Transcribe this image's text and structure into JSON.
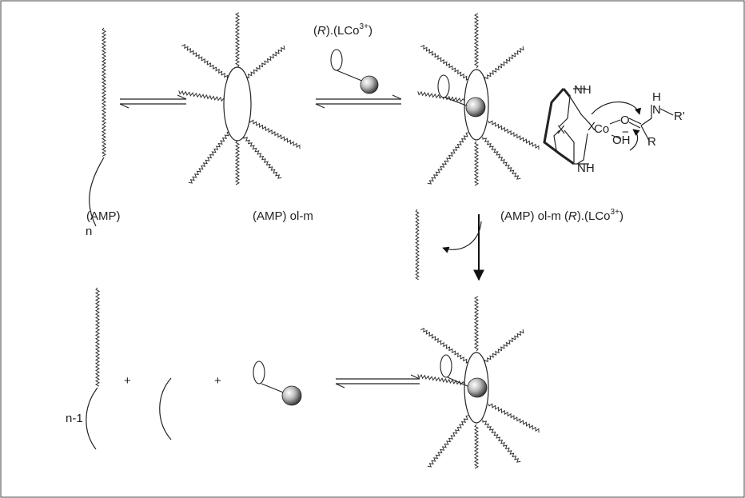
{
  "labels": {
    "amp": "(AMP)",
    "amp_olm": "(AMP) ol-m",
    "amp_olm_complex": "(AMP) ol-m (",
    "amp_olm_complex_r": "R",
    "amp_olm_complex_tail": ").(LCo",
    "amp_olm_complex_sup": "3+",
    "amp_olm_complex_end": ")",
    "reagent_open": "(",
    "reagent_r": "R",
    "reagent_mid": ").(LCo",
    "reagent_sup": "3+",
    "reagent_end": ")",
    "n": "n",
    "n_minus_1": "n-1",
    "plus": "+"
  },
  "complex": {
    "nh_top": "NH",
    "nh_bottom": "NH",
    "x_left": "X",
    "x_co": "X",
    "co": "Co",
    "o": "O",
    "oh": "OH",
    "minus": "−",
    "n": "N",
    "h": "H",
    "r_prime": "R'",
    "r": "R"
  }
}
